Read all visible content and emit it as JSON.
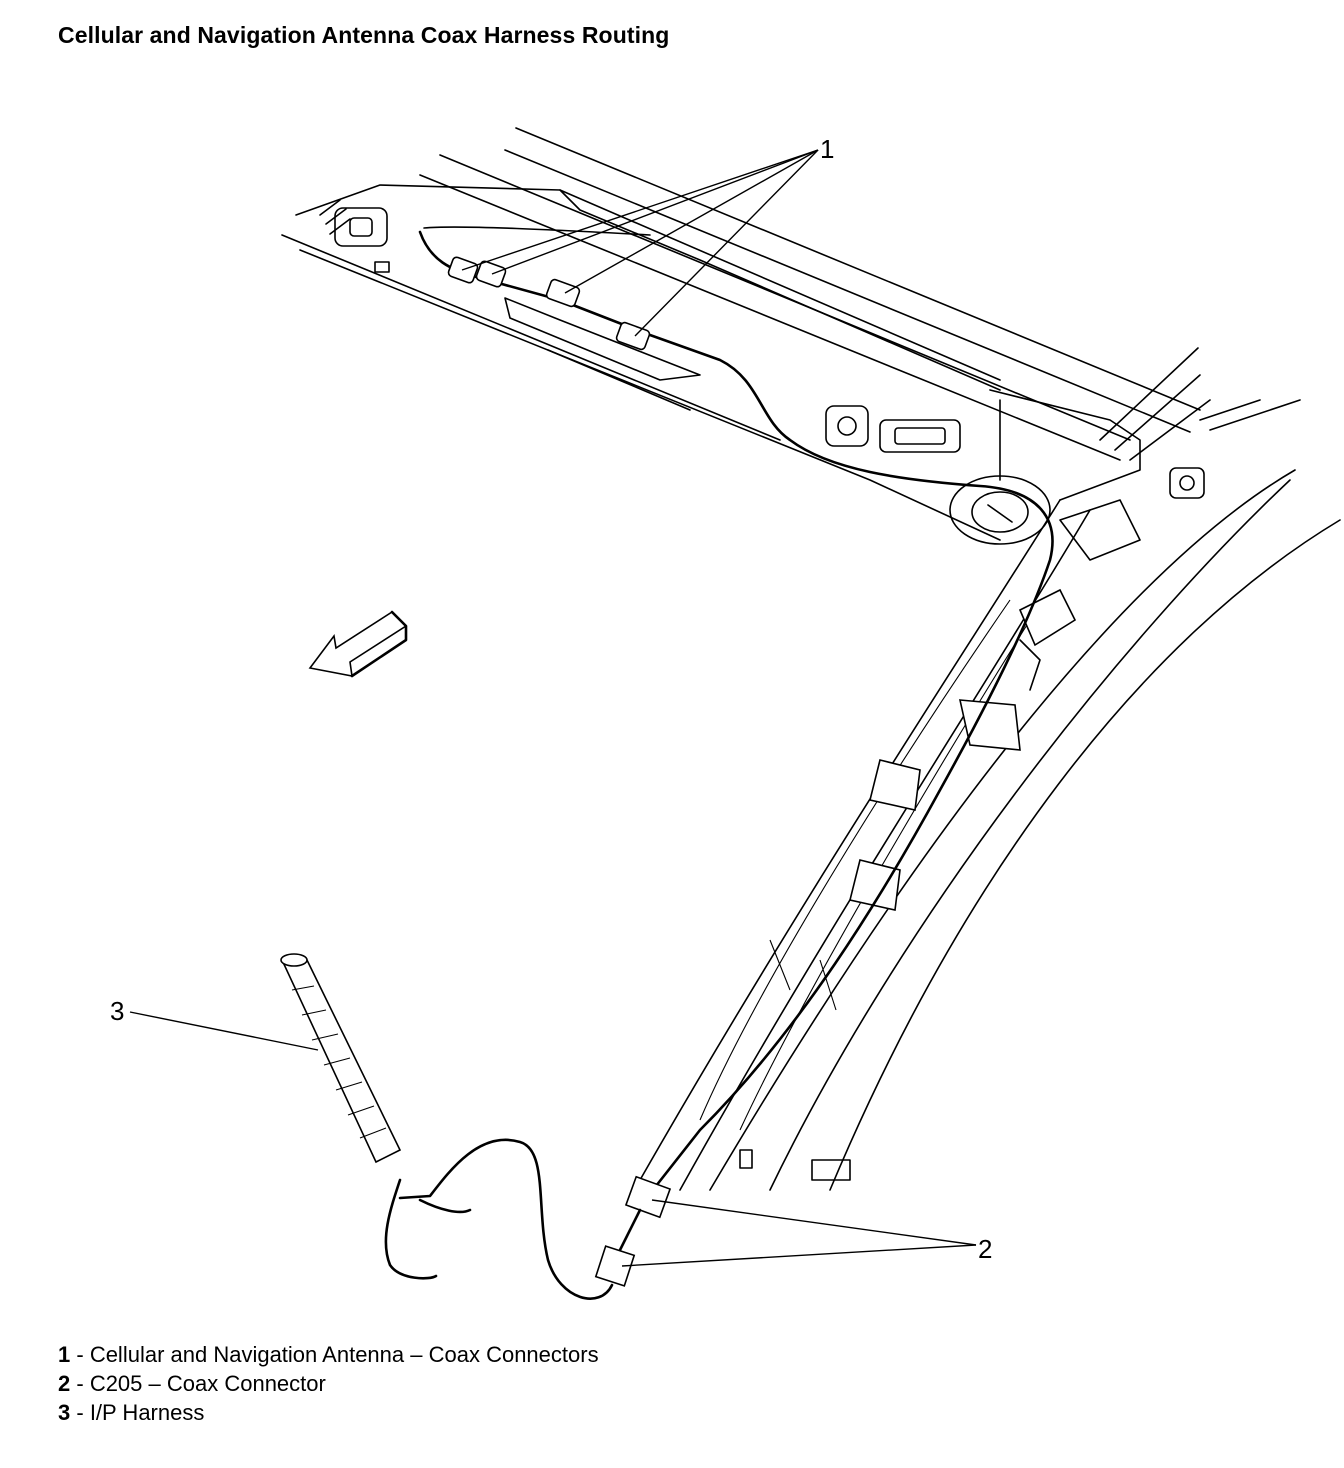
{
  "title": "Cellular and Navigation Antenna Coax Harness Routing",
  "callouts": [
    "1",
    "2",
    "3"
  ],
  "legend": [
    {
      "number": "1",
      "text": "- Cellular and Navigation Antenna – Coax Connectors"
    },
    {
      "number": "2",
      "text": "- C205 – Coax Connector"
    },
    {
      "number": "3",
      "text": "- I/P Harness"
    }
  ],
  "icons": [
    "direction-arrow-icon"
  ]
}
